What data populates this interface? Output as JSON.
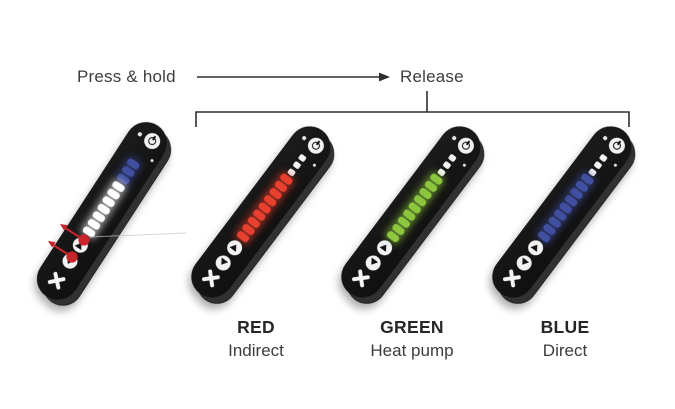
{
  "header": {
    "press_hold_label": "Press & hold",
    "release_label": "Release"
  },
  "results": [
    {
      "color_name": "RED",
      "mode": "Indirect"
    },
    {
      "color_name": "GREEN",
      "mode": "Heat pump"
    },
    {
      "color_name": "BLUE",
      "mode": "Direct"
    }
  ],
  "colors": {
    "led_red": "#e8402f",
    "led_green": "#8dc63f",
    "led_blue": "#4150a1",
    "led_white": "#ffffff",
    "device_body": "#161616",
    "callout_red": "#c8242b",
    "line_dark": "#3a3a3a"
  },
  "devices": [
    {
      "name": "remote-press-hold",
      "small_squares": 0,
      "segments": [
        {
          "count": 3,
          "color": "#4150a1"
        },
        {
          "count": 7,
          "color": "#ffffff"
        }
      ]
    },
    {
      "name": "remote-result-red",
      "small_squares": 3,
      "segments": [
        {
          "count": 9,
          "color": "#e8402f"
        }
      ]
    },
    {
      "name": "remote-result-green",
      "small_squares": 3,
      "segments": [
        {
          "count": 9,
          "color": "#8dc63f"
        }
      ]
    },
    {
      "name": "remote-result-blue",
      "small_squares": 3,
      "segments": [
        {
          "count": 9,
          "color": "#4150a1"
        }
      ]
    }
  ]
}
